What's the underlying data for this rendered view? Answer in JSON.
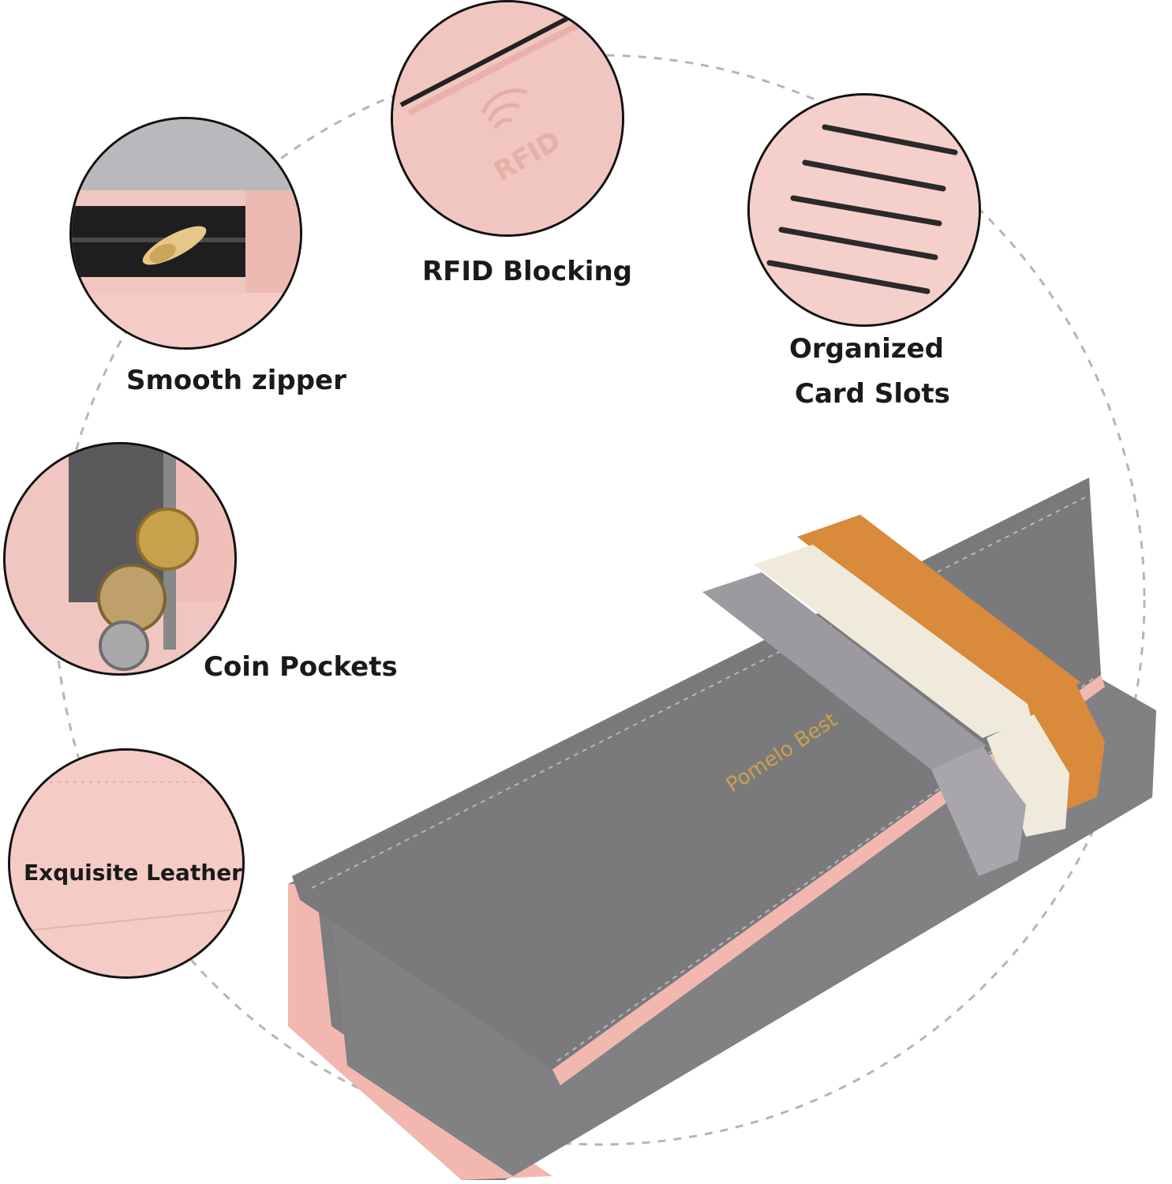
{
  "features": {
    "rfid": "RFID Blocking",
    "zipper": "Smooth zipper",
    "card_slots_line1": "Organized",
    "card_slots_line2": "Card Slots",
    "coin": "Coin Pockets",
    "leather": "Exquisite Leather"
  },
  "product": {
    "brand": "Pomelo Best",
    "rfid_emboss": "RFID"
  },
  "colors": {
    "pink": "#f2c6c0",
    "gray": "#8a8a8c",
    "dark_gray": "#5d5d5f",
    "orange": "#d98a3a",
    "cream": "#efeadc",
    "gold": "#c9a24a"
  },
  "icons": [
    "wifi-signal-icon"
  ]
}
